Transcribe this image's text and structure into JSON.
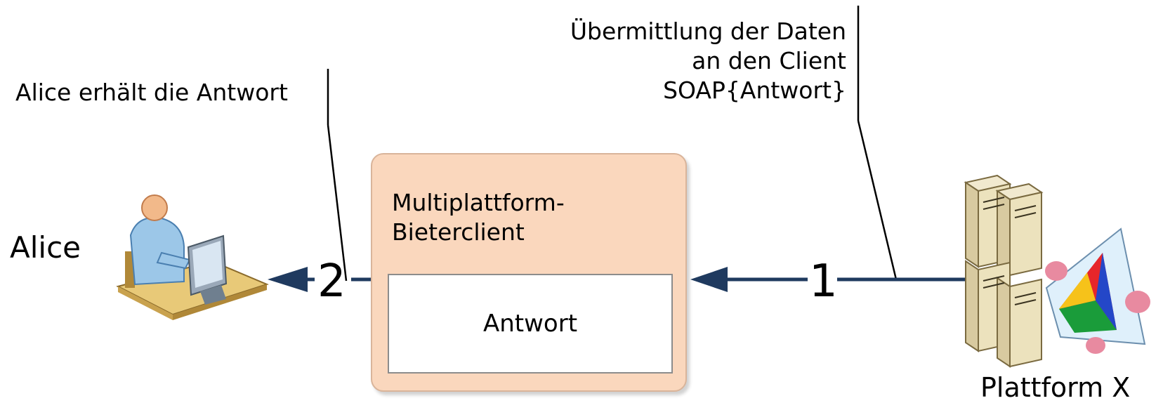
{
  "annotations": {
    "step2": "Alice erhält die Antwort",
    "step1_lines": [
      "Übermittlung der Daten",
      "an den Client",
      "SOAP{Antwort}"
    ]
  },
  "actors": {
    "alice": {
      "label": "Alice",
      "icon": "user-at-computer-icon"
    },
    "platform": {
      "label": "Plattform X",
      "icon": "server-cluster-icon"
    }
  },
  "client": {
    "title_lines": [
      "Multiplattform-",
      "Bieterclient"
    ],
    "inner_label": "Antwort"
  },
  "arrows": {
    "step1_number": "1",
    "step2_number": "2",
    "color": "#1f3a5f"
  }
}
